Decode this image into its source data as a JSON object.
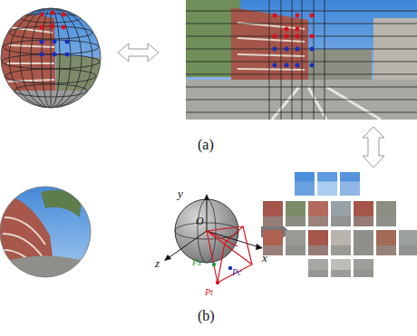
{
  "diagram": {
    "labels": [
      "(a)",
      "(b)",
      "y",
      "x",
      "z",
      "O",
      "Ps",
      "Pt",
      "Pc"
    ]
  }
}
